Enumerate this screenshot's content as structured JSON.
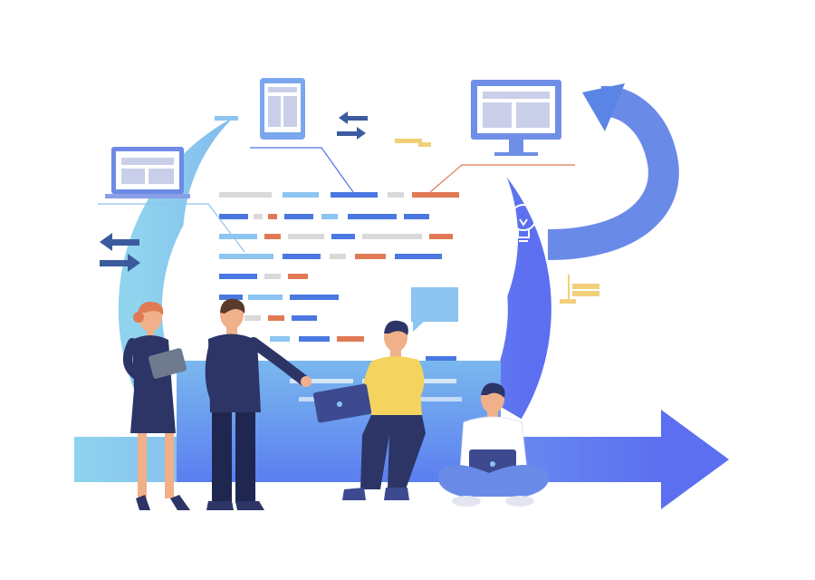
{
  "illustration": {
    "subject": "agile-development-team",
    "palette": {
      "cycle_start": "#8fd3ee",
      "cycle_end": "#5b6ff0",
      "code_blue": "#4a78e0",
      "code_light": "#8cc4f2",
      "code_orange": "#e07a55",
      "code_grey": "#d9d9d9",
      "suit_navy": "#2c3566",
      "shirt_yellow": "#f4d35e",
      "skin_tone": "#f0b08a",
      "hair_brown": "#5a3a2a",
      "hair_red": "#e07a55",
      "laptop_dark": "#3d4a8f",
      "bubble_blue": "#8cc4f2",
      "chart_yellow": "#f2d07a"
    },
    "icons": [
      "monitor-icon",
      "tablet-icon",
      "laptop-icon",
      "lightbulb-icon",
      "swap-arrows-icon",
      "speech-bubble-icon",
      "bar-chart-icon",
      "forward-arrow-icon",
      "cycle-arrow-icon"
    ],
    "people": [
      "woman-with-tablet",
      "man-pointing",
      "man-with-laptop-seated",
      "man-sitting-cross-legged"
    ]
  }
}
